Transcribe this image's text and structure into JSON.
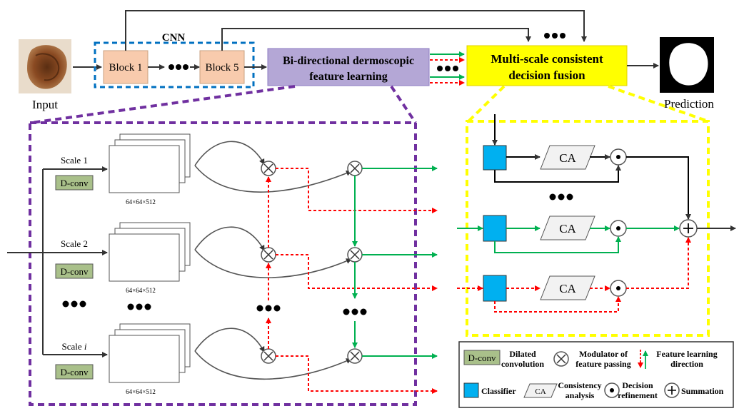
{
  "top": {
    "cnn_label": "CNN",
    "block1": "Block 1",
    "block5": "Block 5",
    "bidirectional_line1": "Bi-directional dermoscopic",
    "bidirectional_line2": "feature learning",
    "fusion_line1": "Multi-scale consistent",
    "fusion_line2": "decision fusion",
    "input_label": "Input",
    "prediction_label": "Prediction"
  },
  "left_panel": {
    "scale1": "Scale 1",
    "scale2": "Scale 2",
    "scale_i_prefix": "Scale ",
    "scale_i_var": "i",
    "dconv": "D-conv",
    "dims": "64×64×512"
  },
  "right_panel": {
    "ca": "CA"
  },
  "legend": {
    "dconv": "D-conv",
    "dilated_line1": "Dilated",
    "dilated_line2": "convolution",
    "modulator_line1": "Modulator of",
    "modulator_line2": "feature passing",
    "flow_line1": "Feature learning",
    "flow_line2": "direction",
    "classifier": "Classifier",
    "ca": "CA",
    "consistency_line1": "Consistency",
    "consistency_line2": "analysis",
    "decision_line1": "Decision",
    "decision_line2": "refinement",
    "summation": "Summation"
  },
  "colors": {
    "purple": "#7030a0",
    "yellow": "#ffff00",
    "dashed_yellow": "#ffff00",
    "blue_dashed": "#0070c0",
    "block_fill": "#f8cbad",
    "bidir_fill": "#b4a7d6",
    "dconv_fill": "#a9c08a",
    "classifier_fill": "#00b0f0",
    "green": "#00b050",
    "red": "#ff0000"
  }
}
